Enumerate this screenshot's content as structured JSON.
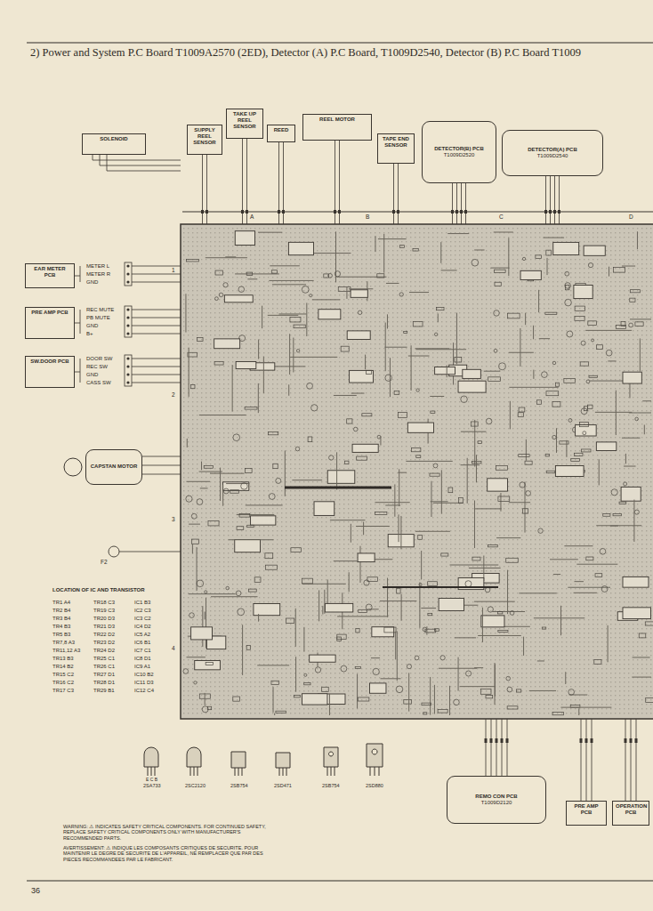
{
  "diagram": {
    "title": "2) Power and System P.C Board T1009A2570 (2ED), Detector (A) P.C Board, T1009D2540, Detector (B) P.C Board T1009",
    "nodes": [
      {
        "text": [
          "SUPPLY REEL SENSOR"
        ]
      },
      {
        "text": [
          "TAKE UP REEL SENSOR"
        ]
      },
      {
        "text": [
          "REED"
        ]
      },
      {
        "text": [
          "REEL MOTOR"
        ]
      },
      {
        "text": [
          "TAPE END SENSOR"
        ]
      },
      {
        "text": [
          "DETECTOR(B) PCB",
          "T1009D2520"
        ]
      },
      {
        "text": [
          "DETECTOR(A) PCB",
          "T1009D2540"
        ]
      },
      {
        "text": [
          "SOLENOID"
        ]
      },
      {
        "text": [
          "EAR METER PCB"
        ]
      },
      {
        "text": [
          "PRE AMP PCB"
        ]
      },
      {
        "text": [
          "SW.DOOR PCB"
        ]
      },
      {
        "text": [
          "CAPSTAN MOTOR"
        ]
      },
      {
        "text": [
          "REMO CON PCB",
          "T1009D2120"
        ]
      },
      {
        "text": [
          "PRE AMP PCB"
        ]
      },
      {
        "text": [
          "OPERATION PCB"
        ]
      }
    ],
    "labels": [
      "A",
      "B",
      "C",
      "D",
      "1",
      "2",
      "3",
      "4",
      "METER L",
      "METER R",
      "GND",
      "REC MUTE",
      "PB MUTE",
      "GND",
      "B+",
      "DOOR SW",
      "REC SW",
      "GND",
      "CASS SW",
      "F2",
      "LOCATION OF IC AND TRANSISTOR",
      "TR1 A4",
      "TR2 B4",
      "TR3 B4",
      "TR4 B3",
      "TR5 B3",
      "TR7,8 A3",
      "TR11,12 A3",
      "TR13 B3",
      "TR14 B2",
      "TR15 C2",
      "TR16 C2",
      "TR17 C3",
      "TR18 C3",
      "TR19 C3",
      "TR20 D3",
      "TR21 D3",
      "TR22 D2",
      "TR23 D2",
      "TR24 D2",
      "TR25 C1",
      "TR26 C1",
      "TR27 D1",
      "TR28 D1",
      "TR29 B1",
      "IC1 B3",
      "IC2 C3",
      "IC3 C2",
      "IC4 D2",
      "IC5 A2",
      "IC6 B1",
      "IC7 C1",
      "IC8 D1",
      "IC9 A1",
      "IC10 B2",
      "IC11 D3",
      "IC12 C4",
      "2SA733",
      "2SC2120",
      "2SB754",
      "2SD471",
      "2SB754",
      "2SD880",
      "E C B",
      "WARNING: ⚠ INDICATES SAFETY CRITICAL COMPONENTS. FOR CONTINUED SAFETY, REPLACE SAFETY CRITICAL COMPONENTS ONLY WITH MANUFACTURER'S RECOMMENDED PARTS.",
      "AVERTISSEMENT: ⚠ INDIQUE LES COMPOSANTS CRITIQUES DE SECURITE. POUR MAINTENIR LE DEGRE DE SECURITE DE L'APPAREIL, NE REMPLACER QUE PAR DES PIECES RECOMMANDEES PAR LE FABRICANT.",
      "36"
    ]
  }
}
